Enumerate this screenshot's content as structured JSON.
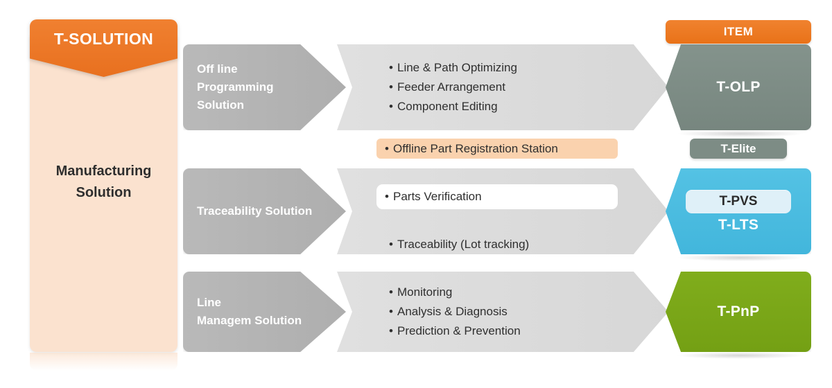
{
  "brand": {
    "banner_label": "T-SOLUTION",
    "panel_title_line1": "Manufacturing",
    "panel_title_line2": "Solution"
  },
  "item_column": {
    "header_label": "ITEM",
    "floating_badge": "T-Elite"
  },
  "rows": [
    {
      "label_line1": "Off line",
      "label_line2": "Programming",
      "label_line3": "Solution",
      "bullets": [
        "Line & Path Optimizing",
        "Feeder Arrangement",
        "Component Editing"
      ],
      "item_code": "T-OLP",
      "item_color": "#7d8c85"
    },
    {
      "label_line1": "Traceability Solution",
      "label_line2": "",
      "label_line3": "",
      "bullets": [
        "Traceability (Lot tracking)"
      ],
      "item_code": "T-LTS",
      "item_badge": "T-PVS",
      "item_color": "#49bbe0"
    },
    {
      "label_line1": "Line",
      "label_line2": "Managem Solution",
      "label_line3": "",
      "bullets": [
        "Monitoring",
        "Analysis & Diagnosis",
        "Prediction & Prevention"
      ],
      "item_code": "T-PnP",
      "item_color": "#77a317"
    }
  ],
  "callouts": {
    "offline_station": "Offline Part Registration Station",
    "parts_verification": "Parts Verification"
  },
  "colors": {
    "orange": "#ef7f2e",
    "peach_panel": "#fbe2cf",
    "peach_pill": "#fad2ae",
    "label_gray": "#b3b3b3",
    "body_gray": "#dcdcdc",
    "sage": "#7d8c85",
    "sky": "#49bbe0",
    "sky_pill": "#dff0f8",
    "green": "#77a317"
  }
}
